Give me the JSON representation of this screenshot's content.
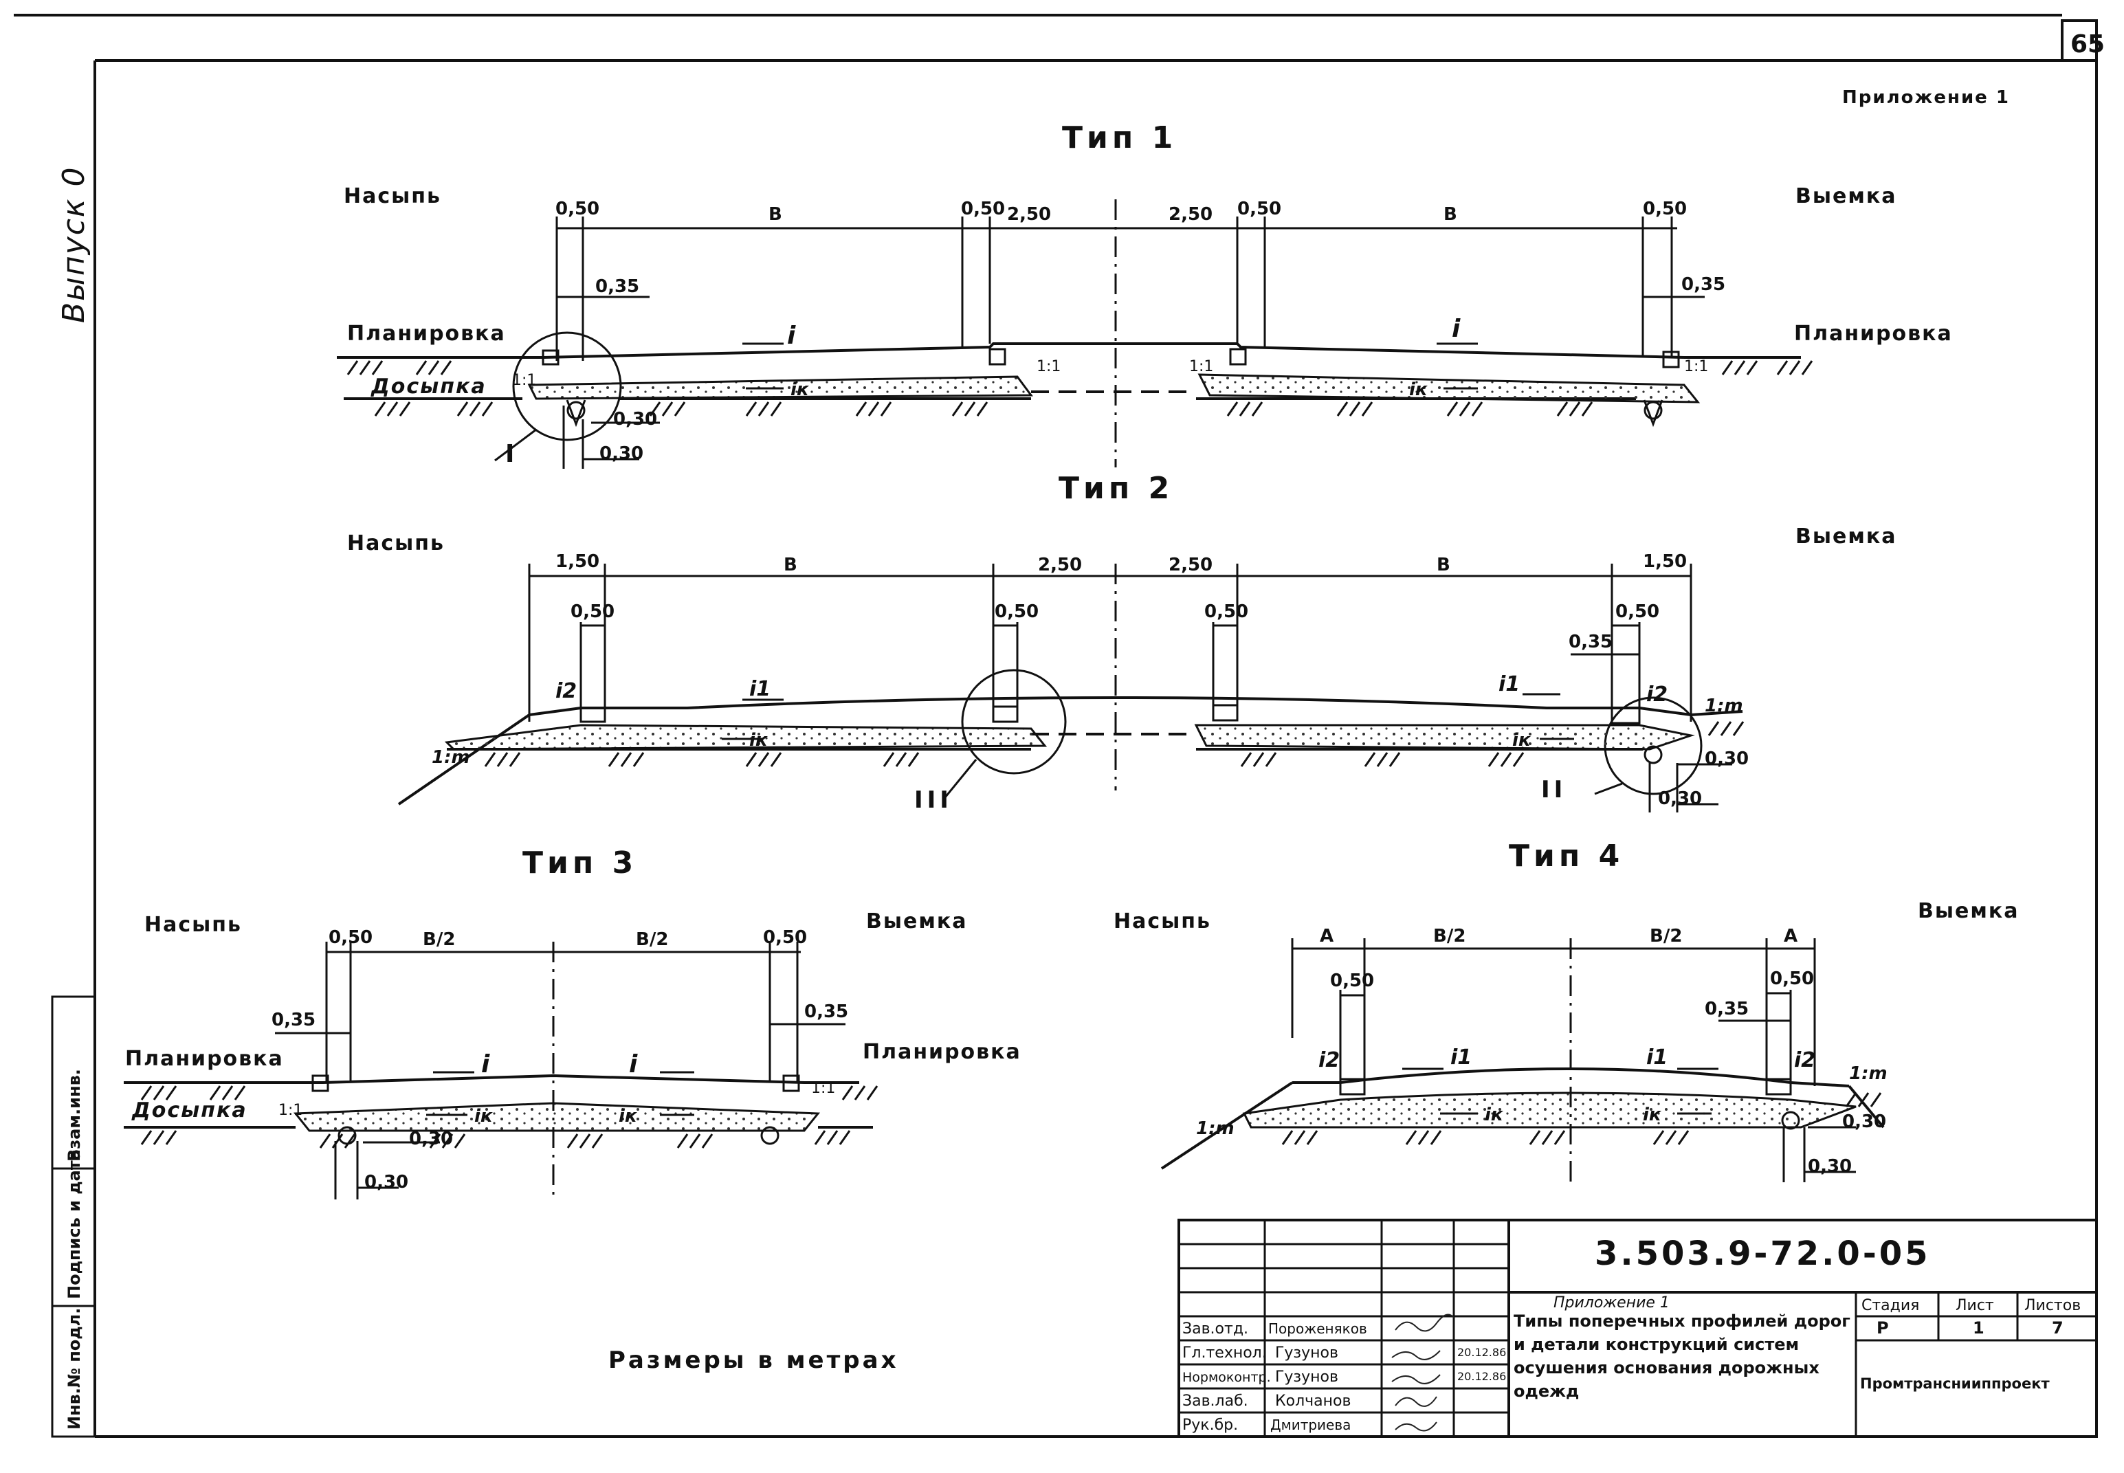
{
  "sheet": {
    "page_number": "65",
    "appendix_label": "Приложение 1",
    "side_label": "Выпуск 0",
    "footer_note": "Размеры в метрах"
  },
  "labels": {
    "embankment": "Насыпь",
    "cut": "Выемка",
    "grading": "Планировка",
    "fill": "Досыпка",
    "slope_m": "1:m",
    "slope_1": "1:1",
    "slope_i": "i",
    "slope_ik": "iк",
    "slope_i1": "i1",
    "slope_i2": "i2",
    "detail_I": "I",
    "detail_II": "II",
    "detail_III": "III"
  },
  "types": {
    "t1": "Тип 1",
    "t2": "Тип 2",
    "t3": "Тип 3",
    "t4": "Тип 4"
  },
  "dims": {
    "d050": "0,50",
    "d035": "0,35",
    "d030": "0,30",
    "d250": "2,50",
    "d150": "1,50",
    "B": "В",
    "B2": "В/2",
    "A": "А"
  },
  "titleblock": {
    "code": "3.503.9-72.0-05",
    "appendix": "Приложение 1",
    "title_l1": "Типы поперечных профилей дорог",
    "title_l2": "и детали конструкций систем",
    "title_l3": "осушения основания дорожных",
    "title_l4": "одежд",
    "col_stage": "Стадия",
    "col_sheet": "Лист",
    "col_sheets": "Листов",
    "stage": "Р",
    "sheet": "1",
    "sheets": "7",
    "org": "Промтранснииппроект",
    "roles": [
      "Зав.отд.",
      "Гл.технол.",
      "Нормоконтр.",
      "Зав.лаб.",
      "Рук.бр."
    ],
    "names": [
      "Пороженяков",
      "Гузунов",
      "Гузунов",
      "Колчанов",
      "Дмитриева"
    ],
    "dates": [
      "",
      "20.12.86",
      "20.12.86",
      "",
      ""
    ],
    "side_stamps": [
      "Инв.№ подл.",
      "Подпись и дата",
      "Взам.инв."
    ]
  }
}
